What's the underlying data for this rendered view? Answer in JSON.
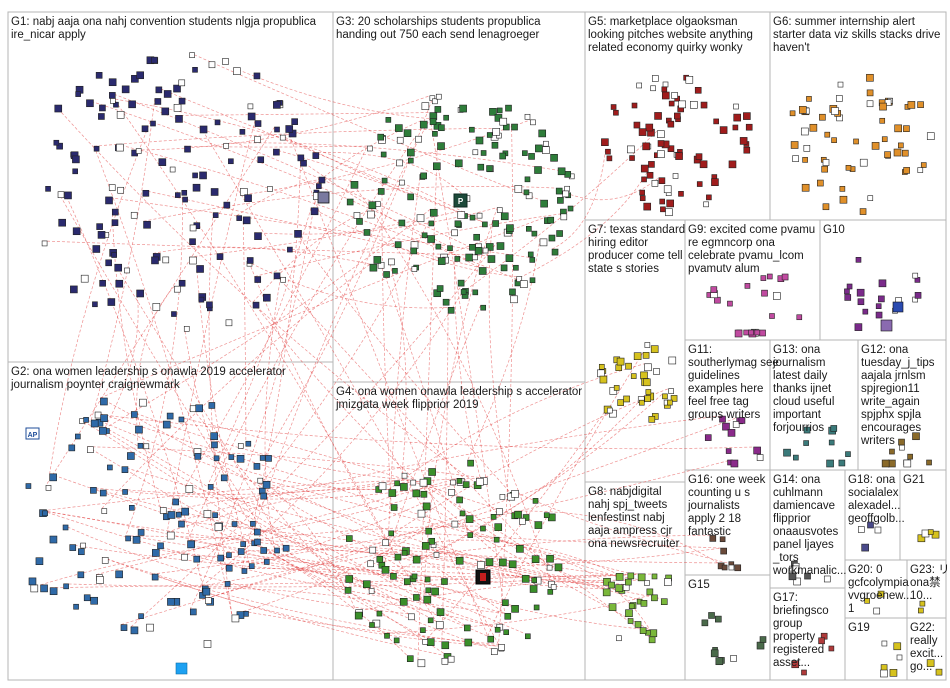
{
  "groups": [
    {
      "id": "G1",
      "lines": [
        "G1: nabj aaja ona nahj convention students nlgja propublica",
        "ire_nicar apply"
      ],
      "color": "#2a2a6e"
    },
    {
      "id": "G2",
      "lines": [
        "G2: ona women leadership s onawla 2019 accelerator",
        "journalism poynter craignewmark"
      ],
      "color": "#2f6aa8"
    },
    {
      "id": "G3",
      "lines": [
        "G3: 20 scholarships students propublica",
        "handing out 750 each send lenagroeger"
      ],
      "color": "#2e7d3a"
    },
    {
      "id": "G4",
      "lines": [
        "G4: ona women onawla leadership s accelerator",
        "jmizgata week flipprior 2019"
      ],
      "color": "#3a8f2a"
    },
    {
      "id": "G5",
      "lines": [
        "G5: marketplace olgaoksman",
        "looking pitches website anything",
        "related economy quirky wonky"
      ],
      "color": "#a01c1c"
    },
    {
      "id": "G6",
      "lines": [
        "G6: summer internship alert",
        "starter data viz skills stacks drive",
        "haven't"
      ],
      "color": "#e0902a"
    },
    {
      "id": "G7",
      "lines": [
        "G7: texas standard",
        "hiring editor",
        "producer come tell",
        "state s stories"
      ],
      "color": "#d6c21e"
    },
    {
      "id": "G8",
      "lines": [
        "G8: nabjdigital",
        "nahj spj_tweets",
        "lenfestinst nabj",
        "aaja ampress cjr",
        "ona newsrecruiter"
      ],
      "color": "#7ab83a"
    },
    {
      "id": "G9",
      "lines": [
        "G9: excited come pvamu",
        "re egmncorp ona",
        "celebrate pvamu_lcom",
        "pvamutv alum"
      ],
      "color": "#c04aa0"
    },
    {
      "id": "G10",
      "lines": [
        "G10"
      ],
      "color": "#7a2a8a"
    },
    {
      "id": "G11",
      "lines": [
        "G11:",
        "southerlymag see",
        "guidelines",
        "examples here",
        "feel free tag",
        "groups writers"
      ],
      "color": "#8a2a8a"
    },
    {
      "id": "G12",
      "lines": [
        "G12: ona",
        "tuesday_j_tips",
        "aajala jrnlsm",
        "spjregion11",
        "write_again",
        "spjphx spjla",
        "encourages",
        "writers"
      ],
      "color": "#8a6a2a"
    },
    {
      "id": "G13",
      "lines": [
        "G13: ona",
        "journalism",
        "latest daily",
        "thanks ijnet",
        "cloud useful",
        "important",
        "forjourrios"
      ],
      "color": "#3a7a7a"
    },
    {
      "id": "G14",
      "lines": [
        "G14: ona",
        "cuhlmann",
        "damiencave",
        "flipprior",
        "onaausvotes",
        "panel ljayes",
        "_tors",
        "workmanalic..."
      ],
      "color": "#555555"
    },
    {
      "id": "G15",
      "lines": [
        "G15"
      ],
      "color": "#4a6a4a"
    },
    {
      "id": "G16",
      "lines": [
        "G16: one week",
        "counting u s",
        "journalists",
        "apply 2 18",
        "fantastic"
      ],
      "color": "#6a4a3a"
    },
    {
      "id": "G17",
      "lines": [
        "G17:",
        "briefingsco",
        "group",
        "property",
        "registered",
        "asset..."
      ],
      "color": "#b03a3a"
    },
    {
      "id": "G18",
      "lines": [
        "G18: ona",
        "socialalex",
        "alexadel...",
        "geoffgolb..."
      ],
      "color": "#4a4a8a"
    },
    {
      "id": "G19",
      "lines": [
        "G19"
      ],
      "color": "#d6c21e"
    },
    {
      "id": "G20",
      "lines": [
        "G20: 0",
        "gcfcolympia",
        "vvgroenew...",
        "1"
      ],
      "color": "#d6c21e"
    },
    {
      "id": "G21",
      "lines": [
        "G21"
      ],
      "color": "#d6c21e"
    },
    {
      "id": "G22",
      "lines": [
        "G22:",
        "really",
        "excit...",
        "go..."
      ],
      "color": "#d6c21e"
    },
    {
      "id": "G23",
      "lines": [
        "G23: リ",
        "ona禁",
        "10..."
      ],
      "color": "#d6c21e"
    }
  ],
  "badges": {
    "ap": "AP",
    "propublica": "P"
  },
  "colors": {
    "bridge_edges": "#e03535",
    "internal_edges": "#9a9a9a",
    "box_border": "#b5b5b5"
  }
}
